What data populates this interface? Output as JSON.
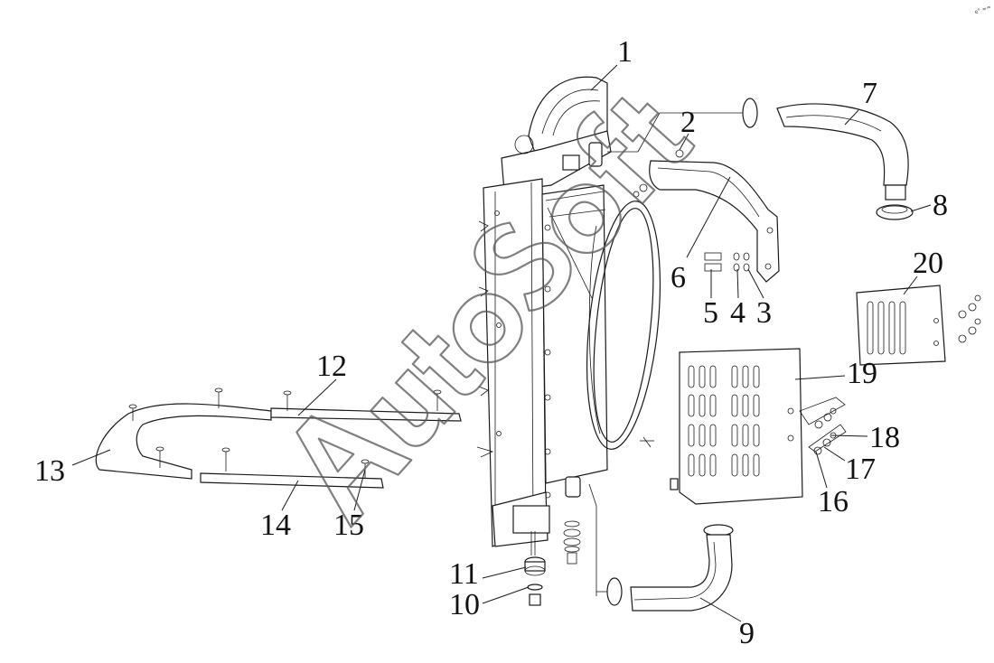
{
  "diagram": {
    "parts": [
      {
        "id": "1",
        "label": "1"
      },
      {
        "id": "2",
        "label": "2"
      },
      {
        "id": "3",
        "label": "3"
      },
      {
        "id": "4",
        "label": "4"
      },
      {
        "id": "5",
        "label": "5"
      },
      {
        "id": "6",
        "label": "6"
      },
      {
        "id": "7",
        "label": "7"
      },
      {
        "id": "8",
        "label": "8"
      },
      {
        "id": "9",
        "label": "9"
      },
      {
        "id": "10",
        "label": "10"
      },
      {
        "id": "11",
        "label": "11"
      },
      {
        "id": "12",
        "label": "12"
      },
      {
        "id": "13",
        "label": "13"
      },
      {
        "id": "14",
        "label": "14"
      },
      {
        "id": "15",
        "label": "15"
      },
      {
        "id": "16",
        "label": "16"
      },
      {
        "id": "17",
        "label": "17"
      },
      {
        "id": "18",
        "label": "18"
      },
      {
        "id": "19",
        "label": "19"
      },
      {
        "id": "20",
        "label": "20"
      }
    ]
  },
  "watermark": {
    "text": "AutoSoft",
    "letters": [
      "A",
      "u",
      "t",
      "o",
      "S",
      "o",
      "f",
      "t"
    ]
  },
  "corner_mark": "e° ≈≈"
}
